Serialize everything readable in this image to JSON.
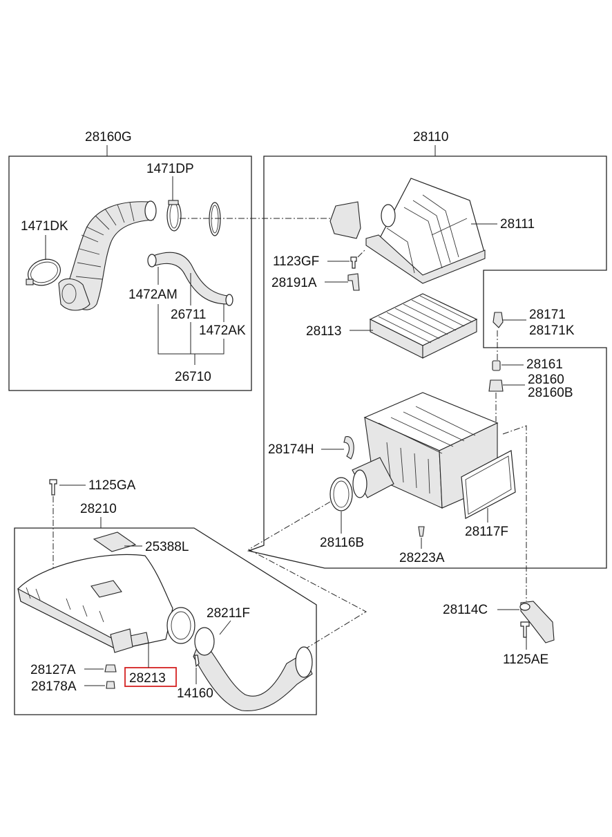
{
  "groups": {
    "intake_group": "28160G",
    "air_cleaner_group": "28110",
    "duct_group": "28210"
  },
  "labels": {
    "p1471DP": "1471DP",
    "p1471DK": "1471DK",
    "p1472AM": "1472AM",
    "p26711": "26711",
    "p1472AK": "1472AK",
    "p26710": "26710",
    "p28111": "28111",
    "p1123GF": "1123GF",
    "p28191A": "28191A",
    "p28113": "28113",
    "p28171": "28171",
    "p28171K": "28171K",
    "p28161": "28161",
    "p28160": "28160",
    "p28160B": "28160B",
    "p28174H": "28174H",
    "p28116B": "28116B",
    "p28223A": "28223A",
    "p28117F": "28117F",
    "p1125GA": "1125GA",
    "p25388L": "25388L",
    "p28211F": "28211F",
    "p28127A": "28127A",
    "p28178A": "28178A",
    "p28213": "28213",
    "p14160": "14160",
    "p28114C": "28114C",
    "p1125AE": "1125AE"
  },
  "highlight_color": "#d42020"
}
